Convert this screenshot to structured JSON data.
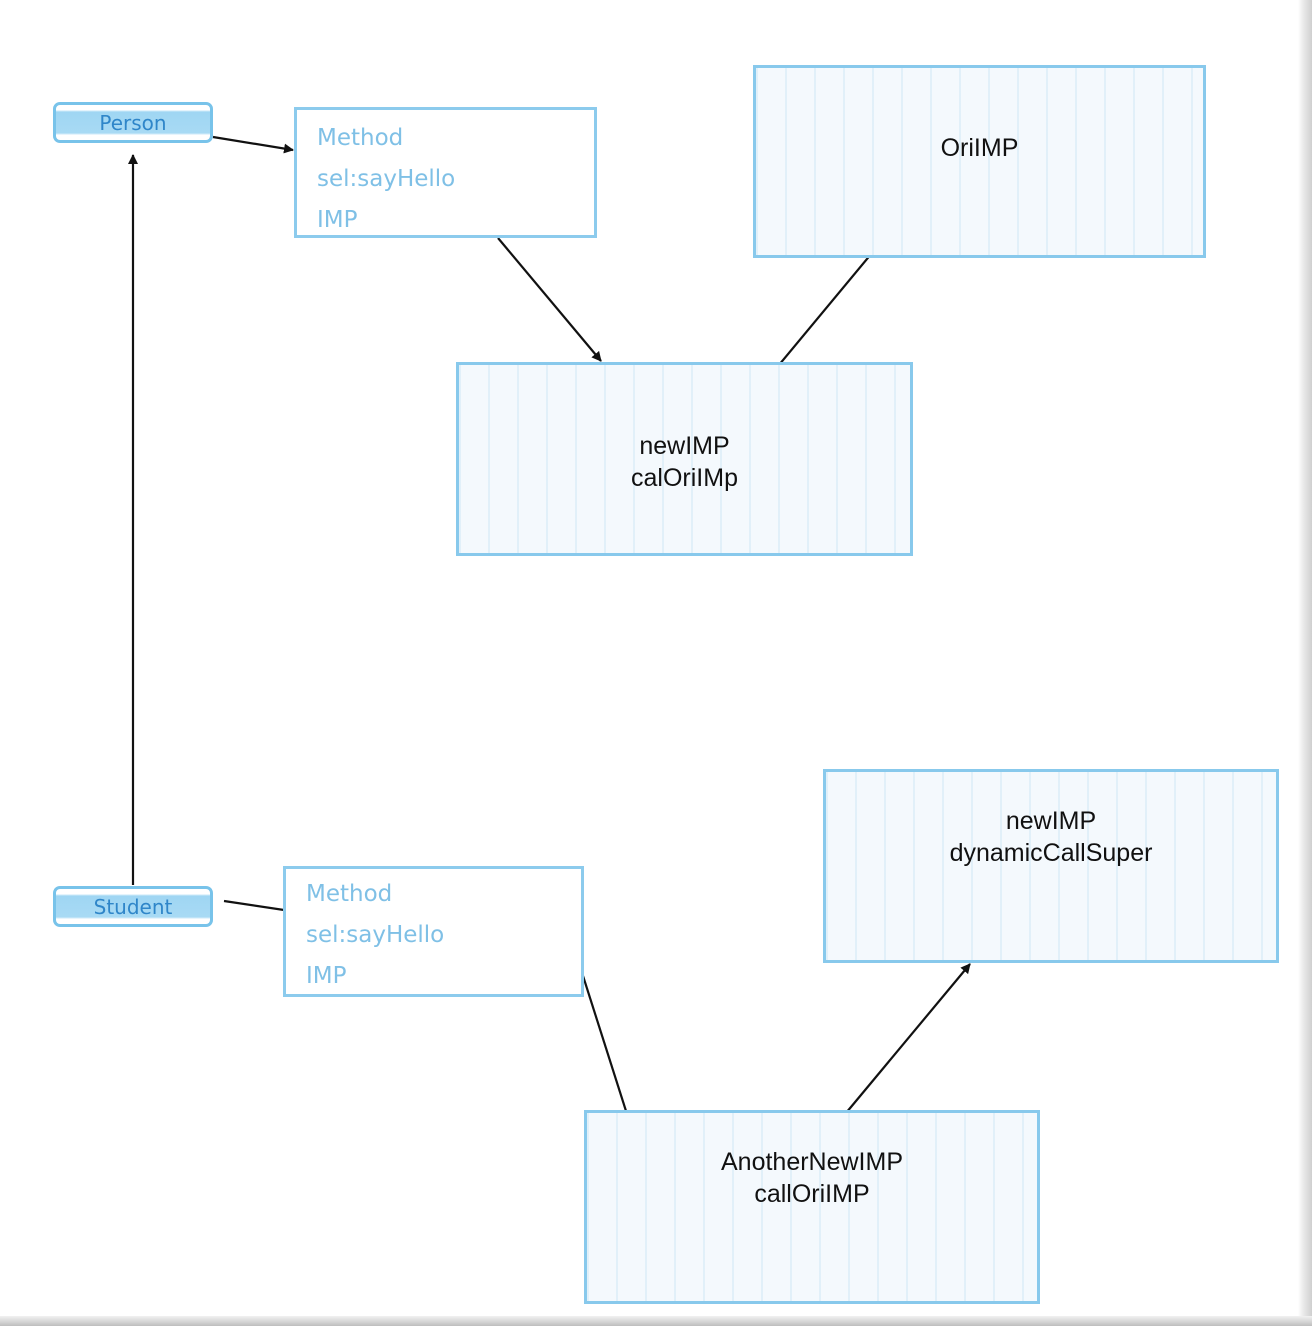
{
  "classes": {
    "person": "Person",
    "student": "Student"
  },
  "person_method": {
    "title": "Method",
    "sel": "sel:sayHello",
    "imp": "IMP"
  },
  "student_method": {
    "title": "Method",
    "sel": "sel:sayHello",
    "imp": "IMP"
  },
  "imp_boxes": {
    "ori_imp": {
      "line1": "OriIMP"
    },
    "new_imp": {
      "line1": "newIMP",
      "line2": "calOriIMp"
    },
    "new_imp_super": {
      "line1": "newIMP",
      "line2": "dynamicCallSuper"
    },
    "another_new_imp": {
      "line1": "AnotherNewIMP",
      "line2": "callOriIMP"
    }
  },
  "colors": {
    "box_border": "#88c9ec",
    "class_fill": "#a8daf4",
    "class_text": "#2f86c9",
    "method_text": "#7fc0e6",
    "arrow": "#111111"
  }
}
